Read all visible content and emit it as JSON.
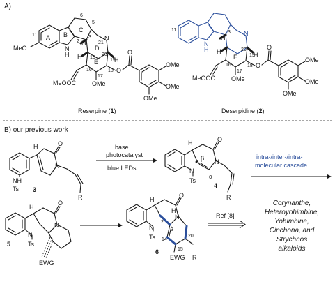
{
  "section_a": {
    "label": "A)",
    "reserpine": {
      "name": "Reserpine (",
      "number": "1",
      "close": ")",
      "ring_labels": [
        "A",
        "B",
        "C",
        "D",
        "E"
      ],
      "atom_numbers": [
        "6",
        "5",
        "11",
        "2",
        "3",
        "15",
        "20",
        "21",
        "19",
        "16",
        "17",
        "18"
      ],
      "groups": {
        "nh": "N",
        "h": "H",
        "n4": "N",
        "ome_left": "MeO",
        "ester": "MeOOC",
        "ome17": "OMe",
        "o18": "O",
        "carbonyl_o": "O",
        "h15": "H",
        "h20": "H",
        "h3": "H",
        "ome_a": "OMe",
        "ome_b": "OMe",
        "ome_c": "OMe"
      }
    },
    "deserpidine": {
      "name": "Deserpidine (",
      "number": "2",
      "close": ")",
      "ring_labels": [
        "E"
      ],
      "atom_numbers": [
        "11",
        "3",
        "20",
        "19",
        "16",
        "17",
        "18"
      ],
      "groups": {
        "nh": "N",
        "h": "H",
        "n4": "N",
        "ester": "MeOOC",
        "ome17": "OMe",
        "o18": "O",
        "carbonyl_o": "O",
        "h15": "H",
        "h20": "H",
        "h3": "H",
        "ome_a": "OMe",
        "ome_b": "OMe",
        "ome_c": "OMe"
      }
    }
  },
  "section_b": {
    "label": "B) our previous work",
    "compound3": {
      "number": "3",
      "nh": "NH",
      "ts": "Ts",
      "h": "H",
      "o": "O",
      "n": "N",
      "r": "R"
    },
    "arrow1": {
      "above_1": "base",
      "above_2": "photocatalyst",
      "below": "blue LEDs"
    },
    "compound4": {
      "number": "4",
      "n1": "N",
      "ts": "Ts",
      "h": "H",
      "o": "O",
      "n2": "N",
      "r": "R",
      "beta": "β",
      "alpha": "α"
    },
    "arrow2": {
      "above_1": "intra-/inter-/intra-",
      "above_2": "molecular cascade"
    },
    "compound5": {
      "number": "5",
      "n1": "N",
      "ts": "Ts",
      "h": "H",
      "o": "O",
      "n2": "N",
      "ewg": "EWG"
    },
    "compound6": {
      "number": "6",
      "n1": "N",
      "ts": "Ts",
      "h": "H",
      "h2": "H",
      "o": "O",
      "n2": "N",
      "ewg": "EWG",
      "r": "R",
      "atom_numbers": [
        "2",
        "3",
        "14",
        "15",
        "20"
      ]
    },
    "arrow3": {
      "above": "Ref [8]"
    },
    "targets": [
      "Corynanthe,",
      "Heteroyohimbine,",
      "Yohimbine,",
      "Cinchona, and",
      "Strychnos",
      "alkaloids"
    ]
  }
}
